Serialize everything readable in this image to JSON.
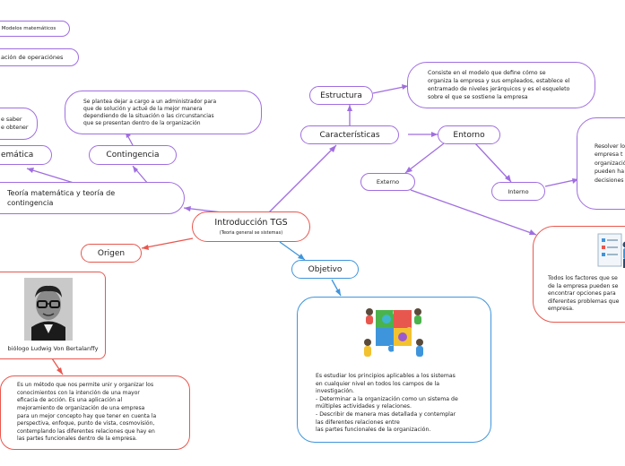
{
  "center": {
    "title": "Introducción TGS",
    "subtitle": "(Teoria general se sistemas)"
  },
  "nodes": {
    "modelos": "Modelos matemáticos",
    "operaciones": "ación de operaciónes",
    "saber": "e saber\ne obtener",
    "matematica": "emática",
    "contingencia": "Contingencia",
    "contingencia_desc": "Se plantea dejar a cargo a un administrador para\nque de solución y actué de la mejor manera\ndependiendo de la situación o las circunstancias\nque se presentan dentro de la organización",
    "teoria": "Teoría matemática y teoría de\ncontingencia",
    "origen": "Origen",
    "bertalanffy": "biólogo Ludwig Von Bertalanffy",
    "metodo": "Es un método que nos permite unir y organizar los\nconocimientos con la intención de una mayor\neficacia de acción. Es una aplicación al\nmejoramiento de organización de una empresa\npara un mejor concepto hay que tener en cuenta la\nperspectiva, enfoque, punto de vista, cosmovisión,\ncontemplando las diferentes relaciones que hay en\nlas partes funcionales dentro de la empresa.",
    "estructura": "Estructura",
    "estructura_desc": "Consiste en el modelo que define cómo se\norganiza la empresa y sus empleados, establece el\nentramado de niveles jerárquicos y es el esqueleto\nsobre el que se sostiene la empresa",
    "caracteristicas": "Características",
    "entorno": "Entorno",
    "externo": "Externo",
    "interno": "Interno",
    "interno_desc": "Resolver lo\nempresa t\norganizació\npueden ha\ndecisiones",
    "externo_desc": "Todos los factores que se\nde la empresa pueden se\nencontrar opciones para\ndiferentes problemas que\nempresa.",
    "objetivo": "Objetivo",
    "objetivo_desc": "Es estudiar los principios aplicables a los sistemas\nen cualquier nivel en todos los campos de la\ninvestigación.\n- Determinar a la organización como un sistema de\nmúltiples actividades y relaciones.\n- Describir de manera mas detallada y contemplar\nlas diferentes relaciones entre\n las partes funcionales de la organización."
  },
  "colors": {
    "purple": "#a06ee0",
    "red": "#e8574e",
    "blue": "#3f95dc"
  }
}
